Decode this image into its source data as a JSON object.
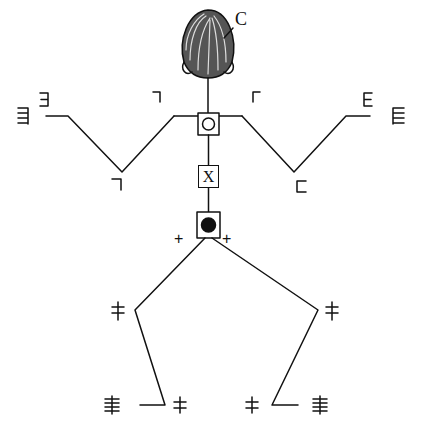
{
  "diagram": {
    "nodes": [
      {
        "text": [
          "X"
        ]
      }
    ],
    "labels": [
      "C",
      "+",
      "+"
    ]
  }
}
